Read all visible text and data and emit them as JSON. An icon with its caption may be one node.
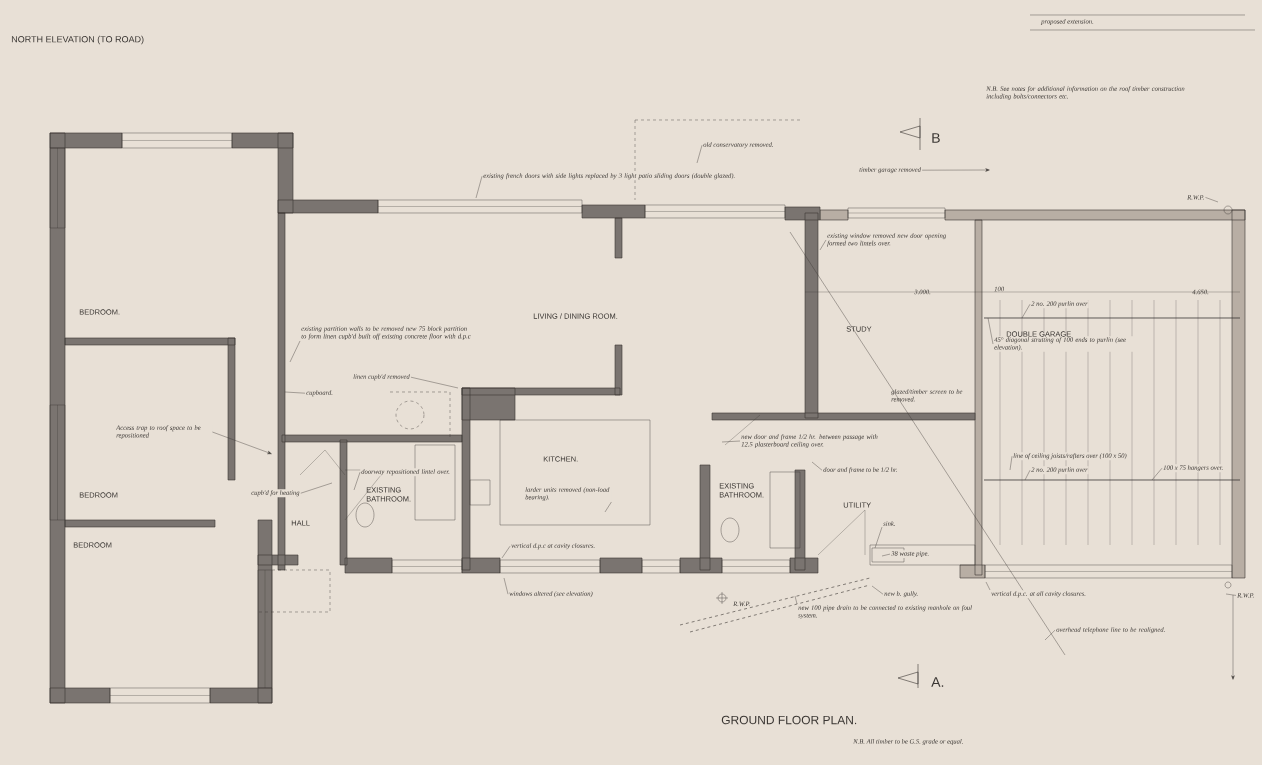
{
  "diagram": {
    "title": "GROUND FLOOR PLAN.",
    "nodes": [
      {
        "text": [
          "old conservatory removed."
        ]
      },
      {
        "text": [
          "existing french doors with side lights replaced by 3 light patio sliding doors (double glazed)."
        ]
      },
      {
        "text": [
          "timber garage removed"
        ]
      },
      {
        "text": [
          "R.W.P."
        ]
      },
      {
        "text": [
          "existing window removed new door opening formed two lintels over."
        ]
      },
      {
        "text": [
          "existing partition walls to be removed new 75 block partition to form linen cupb'd built off existing concrete floor with d.p.c"
        ]
      },
      {
        "text": [
          "linen cupb'd removed"
        ]
      },
      {
        "text": [
          "cupboard."
        ]
      },
      {
        "text": [
          "Access trap to roof space to be repositioned"
        ]
      },
      {
        "text": [
          "cupb'd for heating"
        ]
      },
      {
        "text": [
          "doorway repositioned lintel over."
        ]
      },
      {
        "text": [
          "larder units removed (non-load bearing)."
        ]
      },
      {
        "text": [
          "vertical d.p.c at cavity closures."
        ]
      },
      {
        "text": [
          "windows altered (see elevation)"
        ]
      },
      {
        "text": [
          "new door and frame 1/2 hr. between passage with 12.5 plasterboard ceiling over."
        ]
      },
      {
        "text": [
          "door and frame to be 1/2 hr."
        ]
      },
      {
        "text": [
          "sink."
        ]
      },
      {
        "text": [
          "38 waste pipe."
        ]
      },
      {
        "text": [
          "new b. gully."
        ]
      },
      {
        "text": [
          "new 100 pipe drain to be connected to existing manhole on foul system."
        ]
      },
      {
        "text": [
          "vertical d.p.c. at all cavity closures."
        ]
      },
      {
        "text": [
          "overhead telephone line to be realigned."
        ]
      },
      {
        "text": [
          "45° diagonal strutting of 100 ends to purlin (see elevation)."
        ]
      },
      {
        "text": [
          "2 no. 200 purlin over"
        ]
      },
      {
        "text": [
          "line of ceiling joists/rafters over (100 x 50)"
        ]
      },
      {
        "text": [
          "2 no. 200 purlin over"
        ]
      },
      {
        "text": [
          "100 x 75 hangers over."
        ]
      },
      {
        "text": [
          "R.W.P."
        ]
      }
    ],
    "edges": [
      {
        "from": 0,
        "to": null,
        "arrow": "none"
      },
      {
        "from": 1,
        "to": null,
        "arrow": "none"
      },
      {
        "from": 2,
        "to": null,
        "arrow": "to"
      },
      {
        "from": 3,
        "to": null,
        "arrow": "none"
      },
      {
        "from": 4,
        "to": null,
        "arrow": "none"
      },
      {
        "from": 5,
        "to": null,
        "arrow": "none"
      },
      {
        "from": 6,
        "to": null,
        "arrow": "none"
      },
      {
        "from": 7,
        "to": null,
        "arrow": "none"
      },
      {
        "from": 8,
        "to": null,
        "arrow": "to"
      },
      {
        "from": 9,
        "to": null,
        "arrow": "none"
      },
      {
        "from": 10,
        "to": null,
        "arrow": "none"
      },
      {
        "from": 11,
        "to": null,
        "arrow": "none"
      },
      {
        "from": 12,
        "to": null,
        "arrow": "none"
      },
      {
        "from": 13,
        "to": null,
        "arrow": "none"
      },
      {
        "from": 14,
        "to": null,
        "arrow": "none"
      },
      {
        "from": 15,
        "to": null,
        "arrow": "none"
      },
      {
        "from": 16,
        "to": null,
        "arrow": "none"
      },
      {
        "from": 17,
        "to": null,
        "arrow": "none"
      },
      {
        "from": 18,
        "to": null,
        "arrow": "none"
      },
      {
        "from": 19,
        "to": null,
        "arrow": "none"
      },
      {
        "from": 20,
        "to": null,
        "arrow": "none"
      },
      {
        "from": 21,
        "to": null,
        "arrow": "none"
      },
      {
        "from": 22,
        "to": null,
        "arrow": "none"
      },
      {
        "from": 23,
        "to": null,
        "arrow": "none"
      },
      {
        "from": 24,
        "to": null,
        "arrow": "none"
      },
      {
        "from": 25,
        "to": null,
        "arrow": "none"
      },
      {
        "from": 26,
        "to": null,
        "arrow": "none"
      },
      {
        "from": 27,
        "to": null,
        "arrow": "none"
      }
    ],
    "labels": [
      "NORTH ELEVATION (TO ROAD)",
      "proposed extension.",
      "N.B. See notes for additional information on the roof timber construction including bolts/connectors etc.",
      "B",
      "LIVING / DINING ROOM.",
      "BEDROOM.",
      "STUDY",
      "3.000.",
      "100",
      "4.650.",
      "DOUBLE GARAGE",
      "glazed/timber screen to be removed.",
      "KITCHEN.",
      "BEDROOM",
      "EXISTING BATHROOM.",
      "HALL",
      "EXISTING BATHROOM.",
      "UTILITY",
      "BEDROOM",
      "R.W.P.",
      "A.",
      "N.B. All timber to be G.S. grade or equal."
    ]
  }
}
